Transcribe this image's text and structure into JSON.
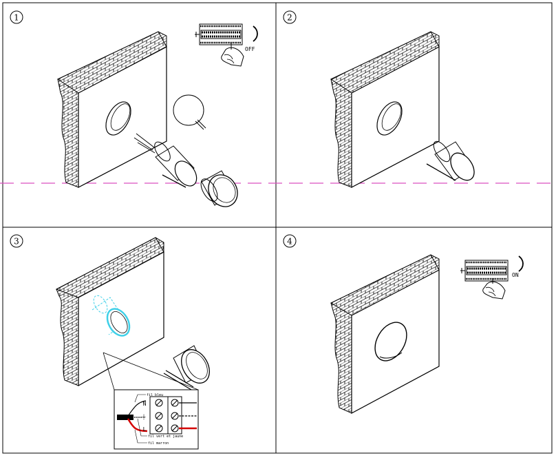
{
  "panels": [
    {
      "step": "①",
      "switch_label": "OFF"
    },
    {
      "step": "②"
    },
    {
      "step": "③",
      "wiring": {
        "terminal_labels": [
          "N",
          "⏚",
          "L"
        ],
        "wire_labels": [
          "fil bleu",
          "fil vert et jaune",
          "fil marron"
        ]
      }
    },
    {
      "step": "④",
      "switch_label": "ON"
    }
  ],
  "colors": {
    "line": "#000000",
    "guide_line": "#d94fbf",
    "highlight": "#3fd0e8",
    "live_wire": "#d40000",
    "brick_bg": "#ffffff"
  }
}
